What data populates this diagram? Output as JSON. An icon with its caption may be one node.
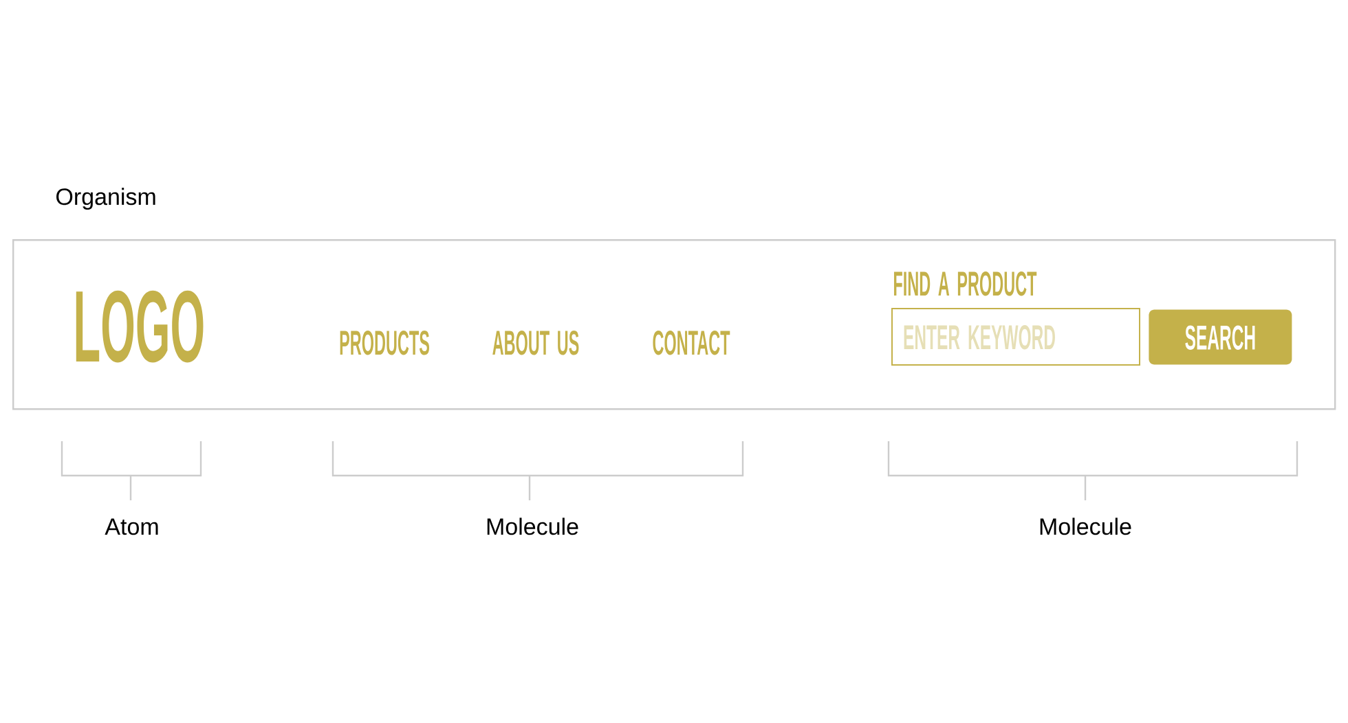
{
  "diagram": {
    "nodes": [
      {
        "text": [
          "Organism",
          "LOGO",
          "PRODUCTS",
          "ABOUT US",
          "CONTACT",
          "FIND A PRODUCT"
        ]
      },
      {
        "text": [
          "ENTER KEYWORD"
        ],
        "in": 0
      },
      {
        "text": [
          "SEARCH"
        ],
        "in": 0
      }
    ],
    "labels": [
      "Atom",
      "Molecule",
      "Molecule"
    ]
  }
}
